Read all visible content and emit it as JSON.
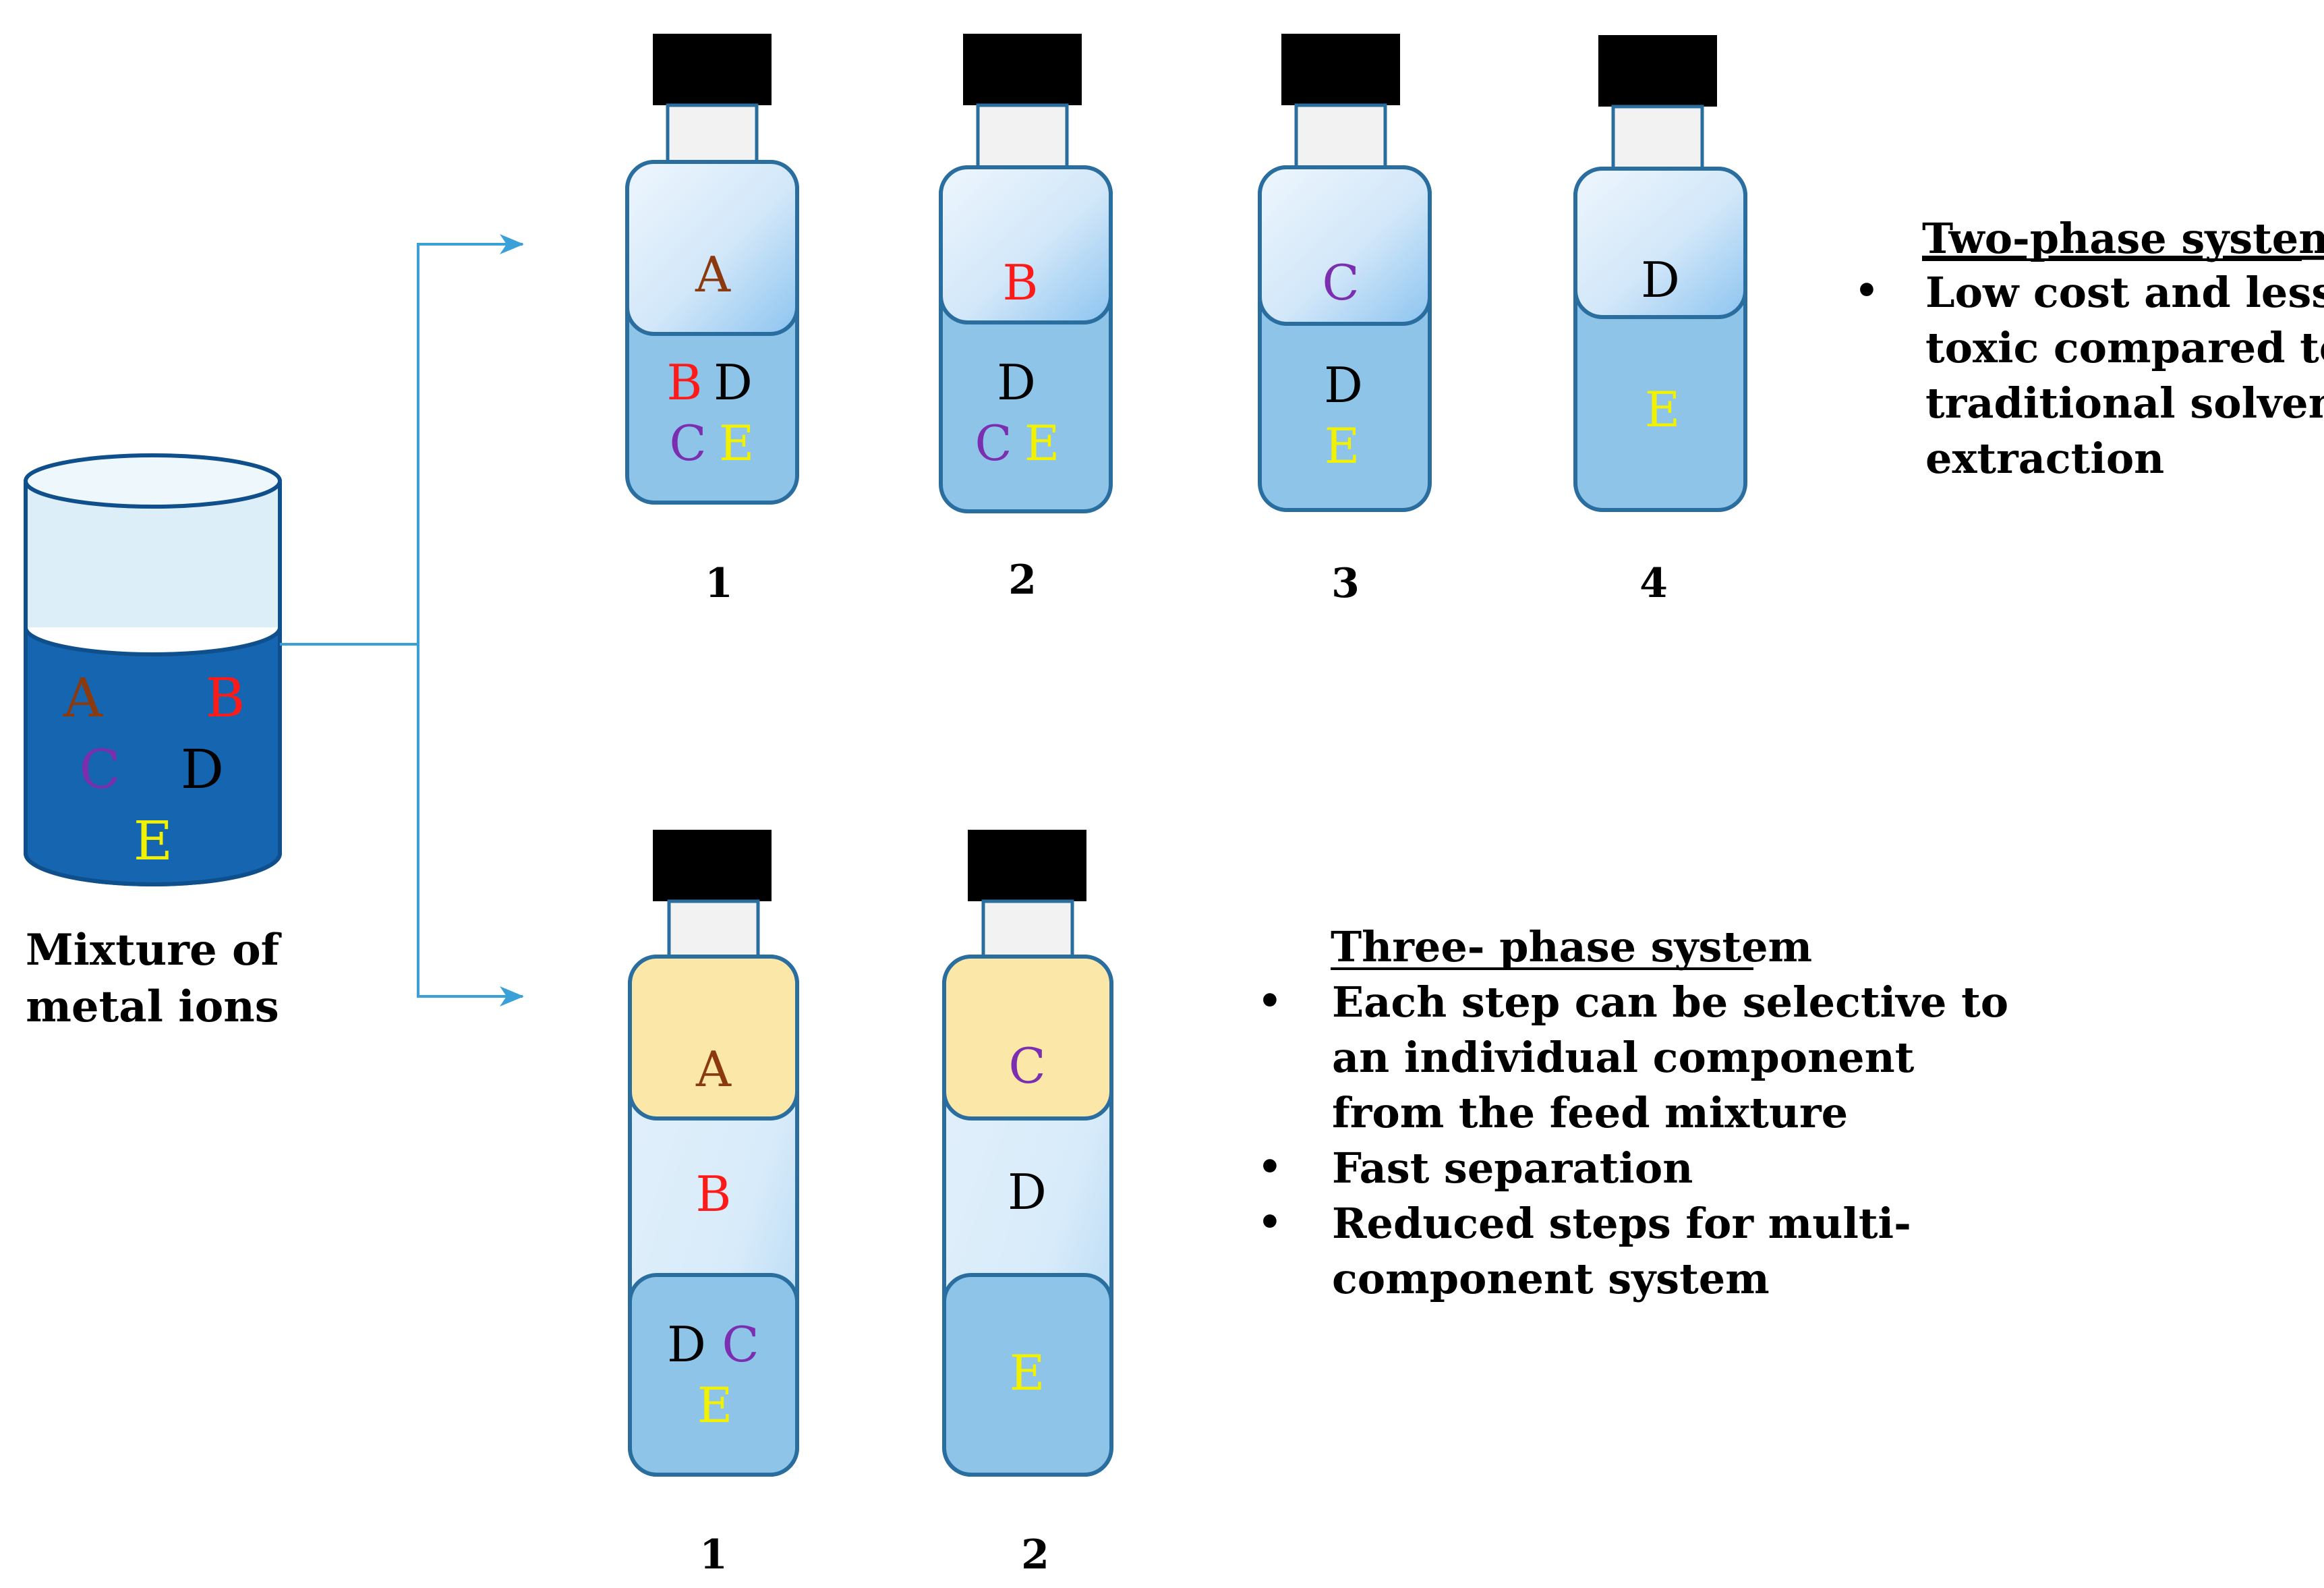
{
  "beaker": {
    "letters": [
      "A",
      "B",
      "C",
      "D",
      "E"
    ],
    "label_lines": [
      "Mixture of",
      "metal ions"
    ]
  },
  "colors": {
    "A": "#8B3A0F",
    "B": "#FF1A1A",
    "C": "#7B2FB0",
    "D": "#000000",
    "E": "#F2F200",
    "arrow": "#3AA0D8",
    "beaker_liquid": "#1565B0",
    "beaker_top": "#DCEEF8",
    "vial_dark": "#8EC4E8",
    "vial_light": "#D6EAFB",
    "vial_yellow": "#FBE7A8",
    "vial_border": "#2A6EA0"
  },
  "two_phase": {
    "vials": [
      {
        "number": "1",
        "top": [
          "A"
        ],
        "bottom_row1": [
          "B",
          "D"
        ],
        "bottom_row2": [
          "C",
          "E"
        ]
      },
      {
        "number": "2",
        "top": [
          "B"
        ],
        "bottom_row1": [
          "D"
        ],
        "bottom_row2": [
          "C",
          "E"
        ]
      },
      {
        "number": "3",
        "top": [
          "C"
        ],
        "bottom_row1": [
          "D"
        ],
        "bottom_row2": [
          "E"
        ]
      },
      {
        "number": "4",
        "top": [
          "D"
        ],
        "bottom_row1": [
          "E"
        ],
        "bottom_row2": []
      }
    ],
    "heading": "Two-phase system",
    "bullets": [
      [
        "Low cost and less",
        "toxic compared to",
        "traditional solvent",
        "extraction"
      ]
    ]
  },
  "three_phase": {
    "vials": [
      {
        "number": "1",
        "top": [
          "A"
        ],
        "middle": [
          "B"
        ],
        "bottom_row1": [
          "D",
          "C"
        ],
        "bottom_row2": [
          "E"
        ]
      },
      {
        "number": "2",
        "top": [
          "C"
        ],
        "middle": [
          "D"
        ],
        "bottom_row1": [
          "E"
        ],
        "bottom_row2": []
      }
    ],
    "heading": "Three- phase system",
    "bullets": [
      [
        "Each step can be selective to",
        "an individual component",
        "from the feed mixture"
      ],
      [
        "Fast separation"
      ],
      [
        "Reduced steps for multi-",
        "component system"
      ]
    ]
  }
}
